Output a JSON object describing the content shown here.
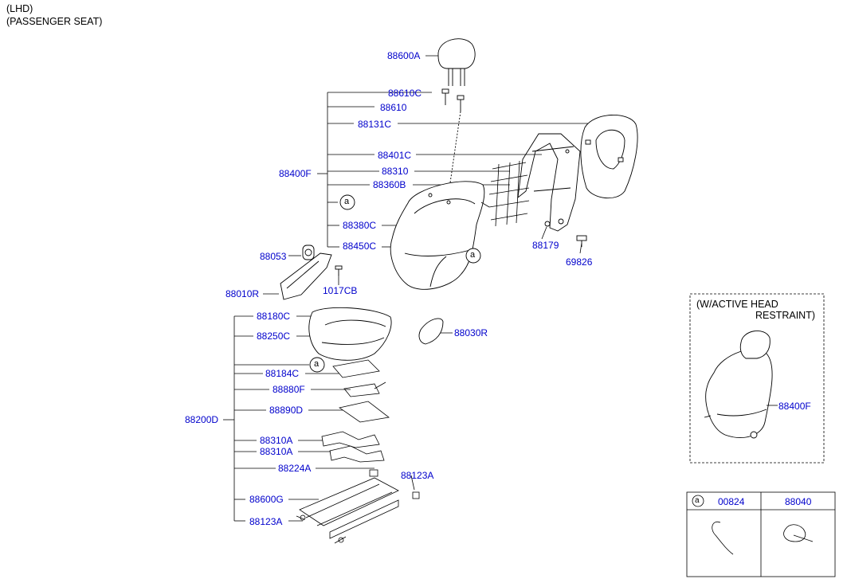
{
  "header": {
    "line1": "(LHD)",
    "line2": "(PASSENGER SEAT)"
  },
  "parts": {
    "p88600A": "88600A",
    "p88610C": "88610C",
    "p88610": "88610",
    "p88131C": "88131C",
    "p88401C": "88401C",
    "p88400F": "88400F",
    "p88310": "88310",
    "p88360B": "88360B",
    "p88380C": "88380C",
    "p88450C": "88450C",
    "p88179": "88179",
    "p69826": "69826",
    "p88053": "88053",
    "p1017CB": "1017CB",
    "p88010R": "88010R",
    "p88180C": "88180C",
    "p88250C": "88250C",
    "p88030R": "88030R",
    "p88184C": "88184C",
    "p88880F": "88880F",
    "p88890D": "88890D",
    "p88200D": "88200D",
    "p88310A_1": "88310A",
    "p88310A_2": "88310A",
    "p88224A": "88224A",
    "p88123A_1": "88123A",
    "p88600G": "88600G",
    "p88123A_2": "88123A"
  },
  "refs": {
    "a": "a"
  },
  "inset": {
    "title1": "(W/ACTIVE HEAD",
    "title2": "RESTRAINT)",
    "part": "88400F"
  },
  "legend": {
    "ref": "a",
    "col1": "00824",
    "col2": "88040"
  }
}
